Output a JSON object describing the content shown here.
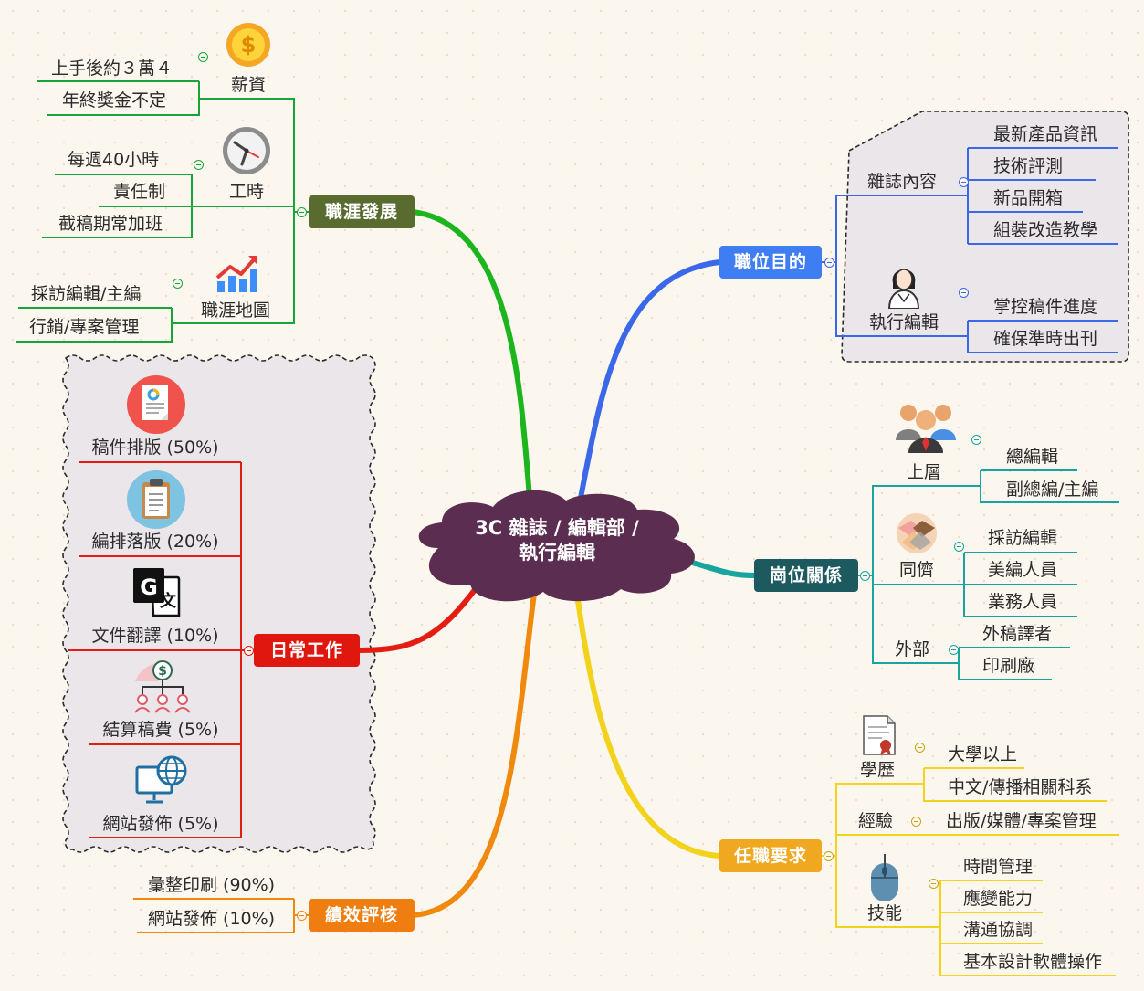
{
  "center": {
    "line1": "3C 雜誌 / 編輯部 /",
    "line2": "執行編輯"
  },
  "colors": {
    "career": "#5a6b2f",
    "purpose": "#3f7ef2",
    "relations": "#1c5a60",
    "requirements": "#f0a820",
    "performance": "#f07d10",
    "daily": "#e0170f",
    "center": "#5b2d51"
  },
  "career": {
    "label": "職涯發展",
    "salary": {
      "label": "薪資",
      "items": [
        "上手後約３萬４",
        "年終獎金不定"
      ]
    },
    "hours": {
      "label": "工時",
      "items": [
        "每週40小時",
        "責任制",
        "截稿期常加班"
      ]
    },
    "map": {
      "label": "職涯地圖",
      "items": [
        "採訪編輯/主編",
        "行銷/專案管理"
      ]
    }
  },
  "purpose": {
    "label": "職位目的",
    "content": {
      "label": "雜誌內容",
      "items": [
        "最新產品資訊",
        "技術評測",
        "新品開箱",
        "組裝改造教學"
      ]
    },
    "editor": {
      "label": "執行編輯",
      "items": [
        "掌控稿件進度",
        "確保準時出刊"
      ]
    }
  },
  "relations": {
    "label": "崗位關係",
    "upper": {
      "label": "上層",
      "items": [
        "總編輯",
        "副總編/主編"
      ]
    },
    "peer": {
      "label": "同儕",
      "items": [
        "採訪編輯",
        "美編人員",
        "業務人員"
      ]
    },
    "external": {
      "label": "外部",
      "items": [
        "外稿譯者",
        "印刷廠"
      ]
    }
  },
  "requirements": {
    "label": "任職要求",
    "education": {
      "label": "學歷",
      "items": [
        "大學以上",
        "中文/傳播相關科系"
      ]
    },
    "experience": {
      "label": "經驗",
      "items": [
        "出版/媒體/專案管理"
      ]
    },
    "skills": {
      "label": "技能",
      "items": [
        "時間管理",
        "應變能力",
        "溝通協調",
        "基本設計軟體操作"
      ]
    }
  },
  "performance": {
    "label": "績效評核",
    "items": [
      "彙整印刷 (90%)",
      "網站發佈 (10%)"
    ]
  },
  "daily": {
    "label": "日常工作",
    "items": [
      "稿件排版 (50%)",
      "編排落版 (20%)",
      "文件翻譯 (10%)",
      "結算稿費 (5%)",
      "網站發佈 (5%)"
    ]
  },
  "icons": [
    "dollar-coin-icon",
    "clock-icon",
    "growth-chart-icon",
    "person-icon",
    "group-icon",
    "handshake-icon",
    "certificate-icon",
    "mouse-icon",
    "document-chart-icon",
    "clipboard-icon",
    "translate-icon",
    "payment-network-icon",
    "globe-monitor-icon"
  ]
}
